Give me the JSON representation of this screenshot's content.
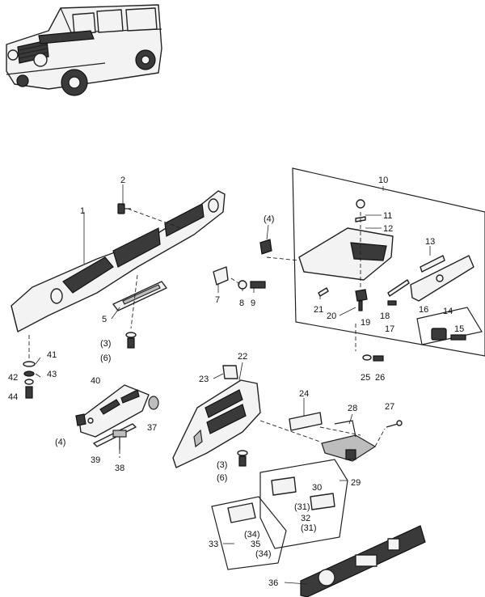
{
  "callouts": [
    {
      "id": "c1",
      "text": "1"
    },
    {
      "id": "c2",
      "text": "2"
    },
    {
      "id": "c3a",
      "text": "(3)"
    },
    {
      "id": "c3b",
      "text": "(3)"
    },
    {
      "id": "c4a",
      "text": "(4)"
    },
    {
      "id": "c4b",
      "text": "(4)"
    },
    {
      "id": "c5",
      "text": "5"
    },
    {
      "id": "c6a",
      "text": "(6)"
    },
    {
      "id": "c6b",
      "text": "(6)"
    },
    {
      "id": "c7",
      "text": "7"
    },
    {
      "id": "c8",
      "text": "8"
    },
    {
      "id": "c9",
      "text": "9"
    },
    {
      "id": "c10",
      "text": "10"
    },
    {
      "id": "c11",
      "text": "11"
    },
    {
      "id": "c12",
      "text": "12"
    },
    {
      "id": "c13",
      "text": "13"
    },
    {
      "id": "c14",
      "text": "14"
    },
    {
      "id": "c15",
      "text": "15"
    },
    {
      "id": "c16",
      "text": "16"
    },
    {
      "id": "c17",
      "text": "17"
    },
    {
      "id": "c18",
      "text": "18"
    },
    {
      "id": "c19",
      "text": "19"
    },
    {
      "id": "c20",
      "text": "20"
    },
    {
      "id": "c21",
      "text": "21"
    },
    {
      "id": "c22",
      "text": "22"
    },
    {
      "id": "c23",
      "text": "23"
    },
    {
      "id": "c24",
      "text": "24"
    },
    {
      "id": "c25",
      "text": "25"
    },
    {
      "id": "c26",
      "text": "26"
    },
    {
      "id": "c27",
      "text": "27"
    },
    {
      "id": "c28",
      "text": "28"
    },
    {
      "id": "c29",
      "text": "29"
    },
    {
      "id": "c30",
      "text": "30"
    },
    {
      "id": "c31a",
      "text": "(31)"
    },
    {
      "id": "c31b",
      "text": "(31)"
    },
    {
      "id": "c32",
      "text": "32"
    },
    {
      "id": "c33",
      "text": "33"
    },
    {
      "id": "c34a",
      "text": "(34)"
    },
    {
      "id": "c34b",
      "text": "(34)"
    },
    {
      "id": "c35",
      "text": "35"
    },
    {
      "id": "c36",
      "text": "36"
    },
    {
      "id": "c37",
      "text": "37"
    },
    {
      "id": "c38",
      "text": "38"
    },
    {
      "id": "c39",
      "text": "39"
    },
    {
      "id": "c40",
      "text": "40"
    },
    {
      "id": "c41",
      "text": "41"
    },
    {
      "id": "c42",
      "text": "42"
    },
    {
      "id": "c43",
      "text": "43"
    },
    {
      "id": "c44",
      "text": "44"
    }
  ]
}
